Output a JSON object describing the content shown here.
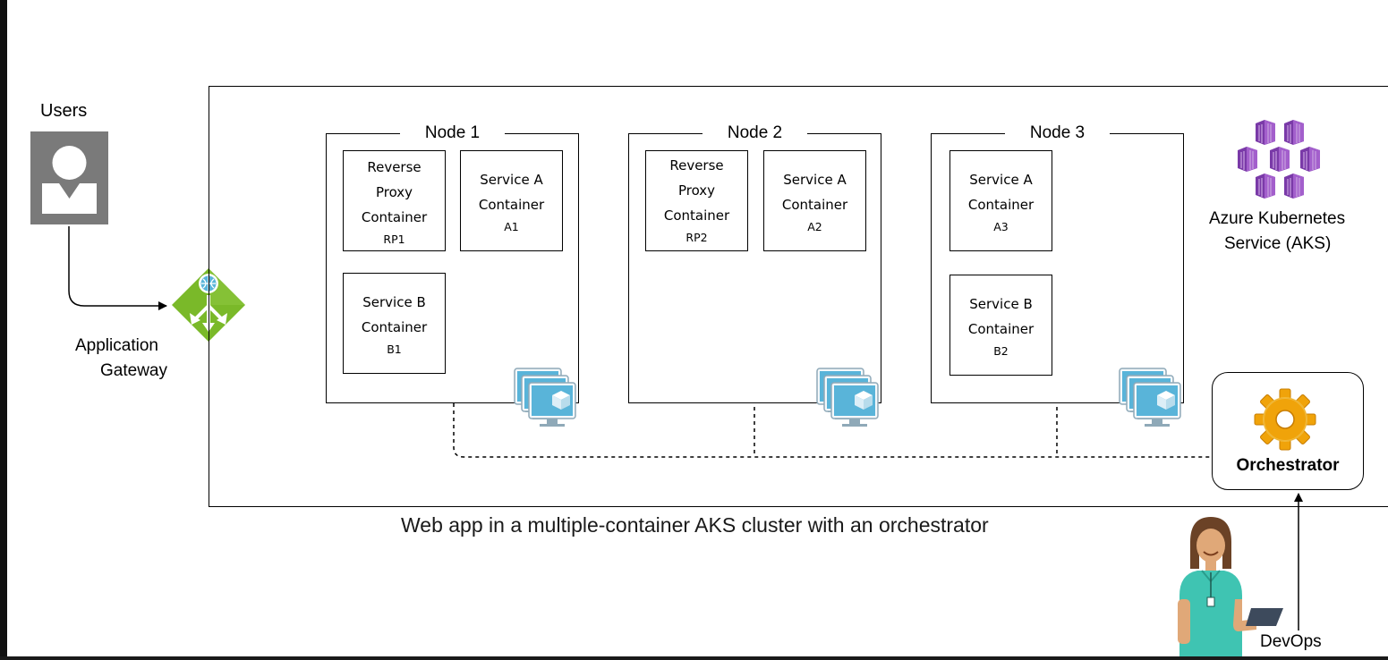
{
  "users": {
    "label": "Users"
  },
  "gateway": {
    "label_line1": "Application",
    "label_line2": "Gateway"
  },
  "aks": {
    "label_line1": "Azure Kubernetes",
    "label_line2": "Service (AKS)",
    "color": "#8a3fb5"
  },
  "nodes": [
    {
      "title": "Node 1",
      "containers": [
        {
          "lines": [
            "Reverse",
            "Proxy",
            "Container"
          ],
          "id": "RP1"
        },
        {
          "lines": [
            "Service A",
            "Container"
          ],
          "id": "A1"
        },
        {
          "lines": [
            "Service B",
            "Container"
          ],
          "id": "B1"
        }
      ]
    },
    {
      "title": "Node 2",
      "containers": [
        {
          "lines": [
            "Reverse",
            "Proxy",
            "Container"
          ],
          "id": "RP2"
        },
        {
          "lines": [
            "Service A",
            "Container"
          ],
          "id": "A2"
        }
      ]
    },
    {
      "title": "Node 3",
      "containers": [
        {
          "lines": [
            "Service A",
            "Container"
          ],
          "id": "A3"
        },
        {
          "lines": [
            "Service B",
            "Container"
          ],
          "id": "B2"
        }
      ]
    }
  ],
  "orchestrator": {
    "label": "Orchestrator"
  },
  "devops": {
    "label": "DevOps"
  },
  "caption": "Web app in a multiple-container AKS cluster with an orchestrator",
  "colors": {
    "gateway": "#7ab929",
    "vm": "#59b4d9",
    "user_icon": "#7a7a7a",
    "gear": "#f0a30a"
  }
}
